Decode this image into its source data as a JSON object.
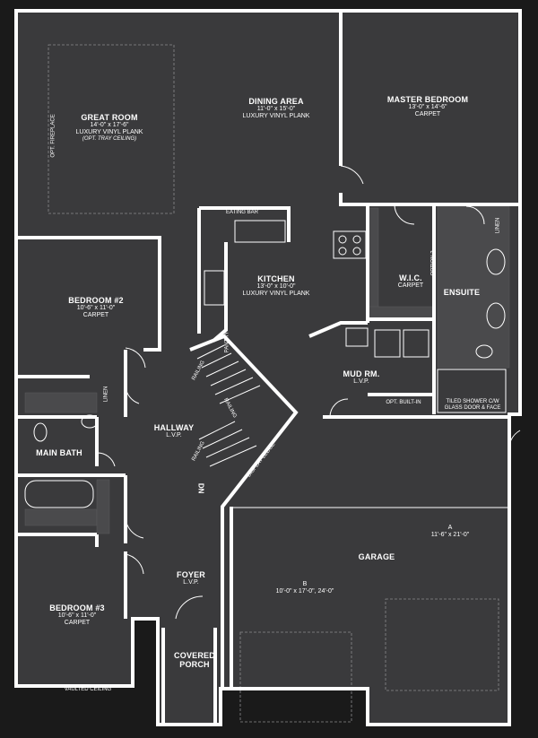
{
  "colors": {
    "background": "#1a1a1a",
    "floor": "#3a3a3c",
    "wall": "#ffffff",
    "tile": "#4a4a4c",
    "text": "#ffffff"
  },
  "rooms": {
    "great_room": {
      "name": "GREAT ROOM",
      "dims": "14'-0\" x 17'-6\"",
      "finish": "LUXURY VINYL PLANK",
      "note": "(OPT. TRAY CEILING)"
    },
    "dining": {
      "name": "DINING AREA",
      "dims": "11'-0\" x 15'-0\"",
      "finish": "LUXURY VINYL PLANK"
    },
    "master": {
      "name": "MASTER BEDROOM",
      "dims": "13'-0\" x 14'-6\"",
      "finish": "CARPET"
    },
    "kitchen": {
      "name": "KITCHEN",
      "dims": "13'-0\" x 10'-0\"",
      "finish": "LUXURY VINYL PLANK"
    },
    "wic": {
      "name": "W.I.C.",
      "finish": "CARPET"
    },
    "ensuite": {
      "name": "ENSUITE"
    },
    "bedroom2": {
      "name": "BEDROOM #2",
      "dims": "10'-6\" x 11'-0\"",
      "finish": "CARPET"
    },
    "mudroom": {
      "name": "MUD RM.",
      "finish": "L.V.P."
    },
    "hallway": {
      "name": "HALLWAY",
      "finish": "L.V.P."
    },
    "main_bath": {
      "name": "MAIN BATH"
    },
    "garage": {
      "name": "GARAGE",
      "bay_a": "A",
      "bay_a_dims": "11'-6\" x 21'-0\"",
      "bay_b": "B",
      "bay_b_dims": "10'-0\" x 17'-0\", 24'-0\""
    },
    "foyer": {
      "name": "FOYER",
      "finish": "L.V.P."
    },
    "bedroom3": {
      "name": "BEDROOM #3",
      "dims": "10'-6\" x 11'-0\"",
      "finish": "CARPET"
    },
    "porch": {
      "line1": "COVERED",
      "line2": "PORCH"
    }
  },
  "labels": {
    "opt_fireplace": "OPT. FIREPLACE",
    "eating_bar": "EATING BAR",
    "pantry": "PANTRY",
    "linen_top": "LINEN",
    "linen_bath": "LINEN",
    "option": "OPTION 2",
    "opt_built_in": "OPT. BUILT-IN",
    "shower_line1": "TILED SHOWER C/W",
    "shower_line2": "GLASS DOOR & FACE",
    "railing1": "RAILING",
    "railing2": "RAILING",
    "railing3": "RAILING",
    "display_ledge": "DISPLAY LEDGE",
    "dn": "DN",
    "vaulted": "VAULTED CEILING"
  }
}
